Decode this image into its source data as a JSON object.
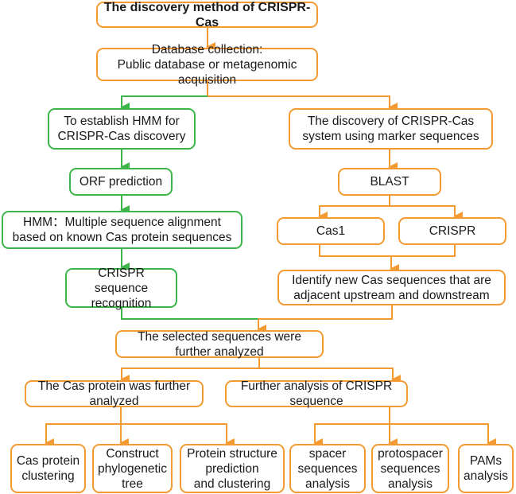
{
  "colors": {
    "orange": "#f39a33",
    "green": "#3cb54a",
    "text": "#1a1a1a"
  },
  "nodes": {
    "title": "The discovery method of CRISPR-Cas",
    "database": "Database collection:\nPublic database or metagenomic acquisition",
    "hmm_establish": "To establish HMM for\nCRISPR-Cas discovery",
    "marker_discovery": "The discovery of CRISPR-Cas\nsystem using marker sequences",
    "orf": "ORF prediction",
    "blast": "BLAST",
    "hmm_alignment": "HMM：Multiple sequence alignment\nbased on known Cas protein sequences",
    "cas1": "Cas1",
    "crispr": "CRISPR",
    "crispr_recognition": "CRISPR sequence\nrecognition",
    "identify_new_cas": "Identify new Cas sequences that are\nadjacent upstream and downstream",
    "selected_analyzed": "The selected sequences were further analyzed",
    "cas_protein_analyzed": "The Cas protein was further analyzed",
    "crispr_further": "Further analysis of CRISPR sequence",
    "cas_clustering": "Cas protein\nclustering",
    "phylogenetic_tree": "Construct\nphylogenetic\ntree",
    "structure_prediction": "Protein structure\nprediction\nand clustering",
    "spacer_analysis": "spacer\nsequences\nanalysis",
    "protospacer_analysis": "protospacer\nsequences\nanalysis",
    "pams_analysis": "PAMs\nanalysis"
  }
}
